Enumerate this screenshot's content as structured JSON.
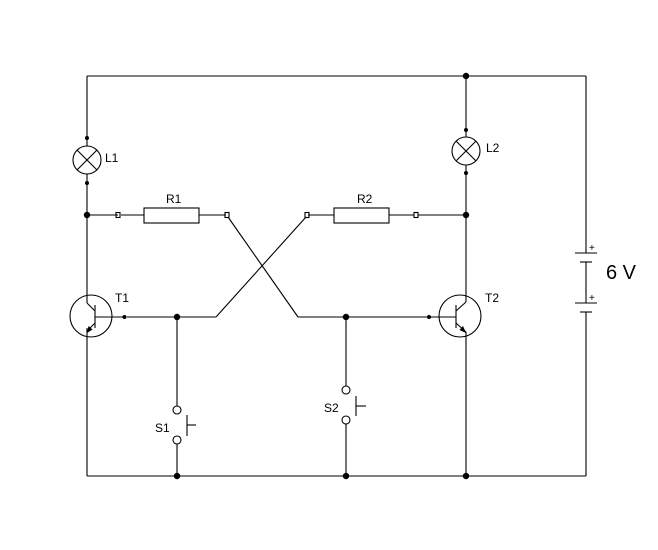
{
  "labels": {
    "L1": "L1",
    "L2": "L2",
    "R1": "R1",
    "R2": "R2",
    "T1": "T1",
    "T2": "T2",
    "S1": "S1",
    "S2": "S2",
    "voltage": "6 V",
    "plus": "+"
  },
  "components": [
    {
      "id": "L1",
      "kind": "lamp-icon"
    },
    {
      "id": "L2",
      "kind": "lamp-icon"
    },
    {
      "id": "R1",
      "kind": "resistor-icon"
    },
    {
      "id": "R2",
      "kind": "resistor-icon"
    },
    {
      "id": "T1",
      "kind": "npn-transistor-icon"
    },
    {
      "id": "T2",
      "kind": "npn-transistor-icon"
    },
    {
      "id": "S1",
      "kind": "push-button-switch-icon"
    },
    {
      "id": "S2",
      "kind": "push-button-switch-icon"
    },
    {
      "id": "battery",
      "kind": "battery-cell-icon"
    }
  ]
}
